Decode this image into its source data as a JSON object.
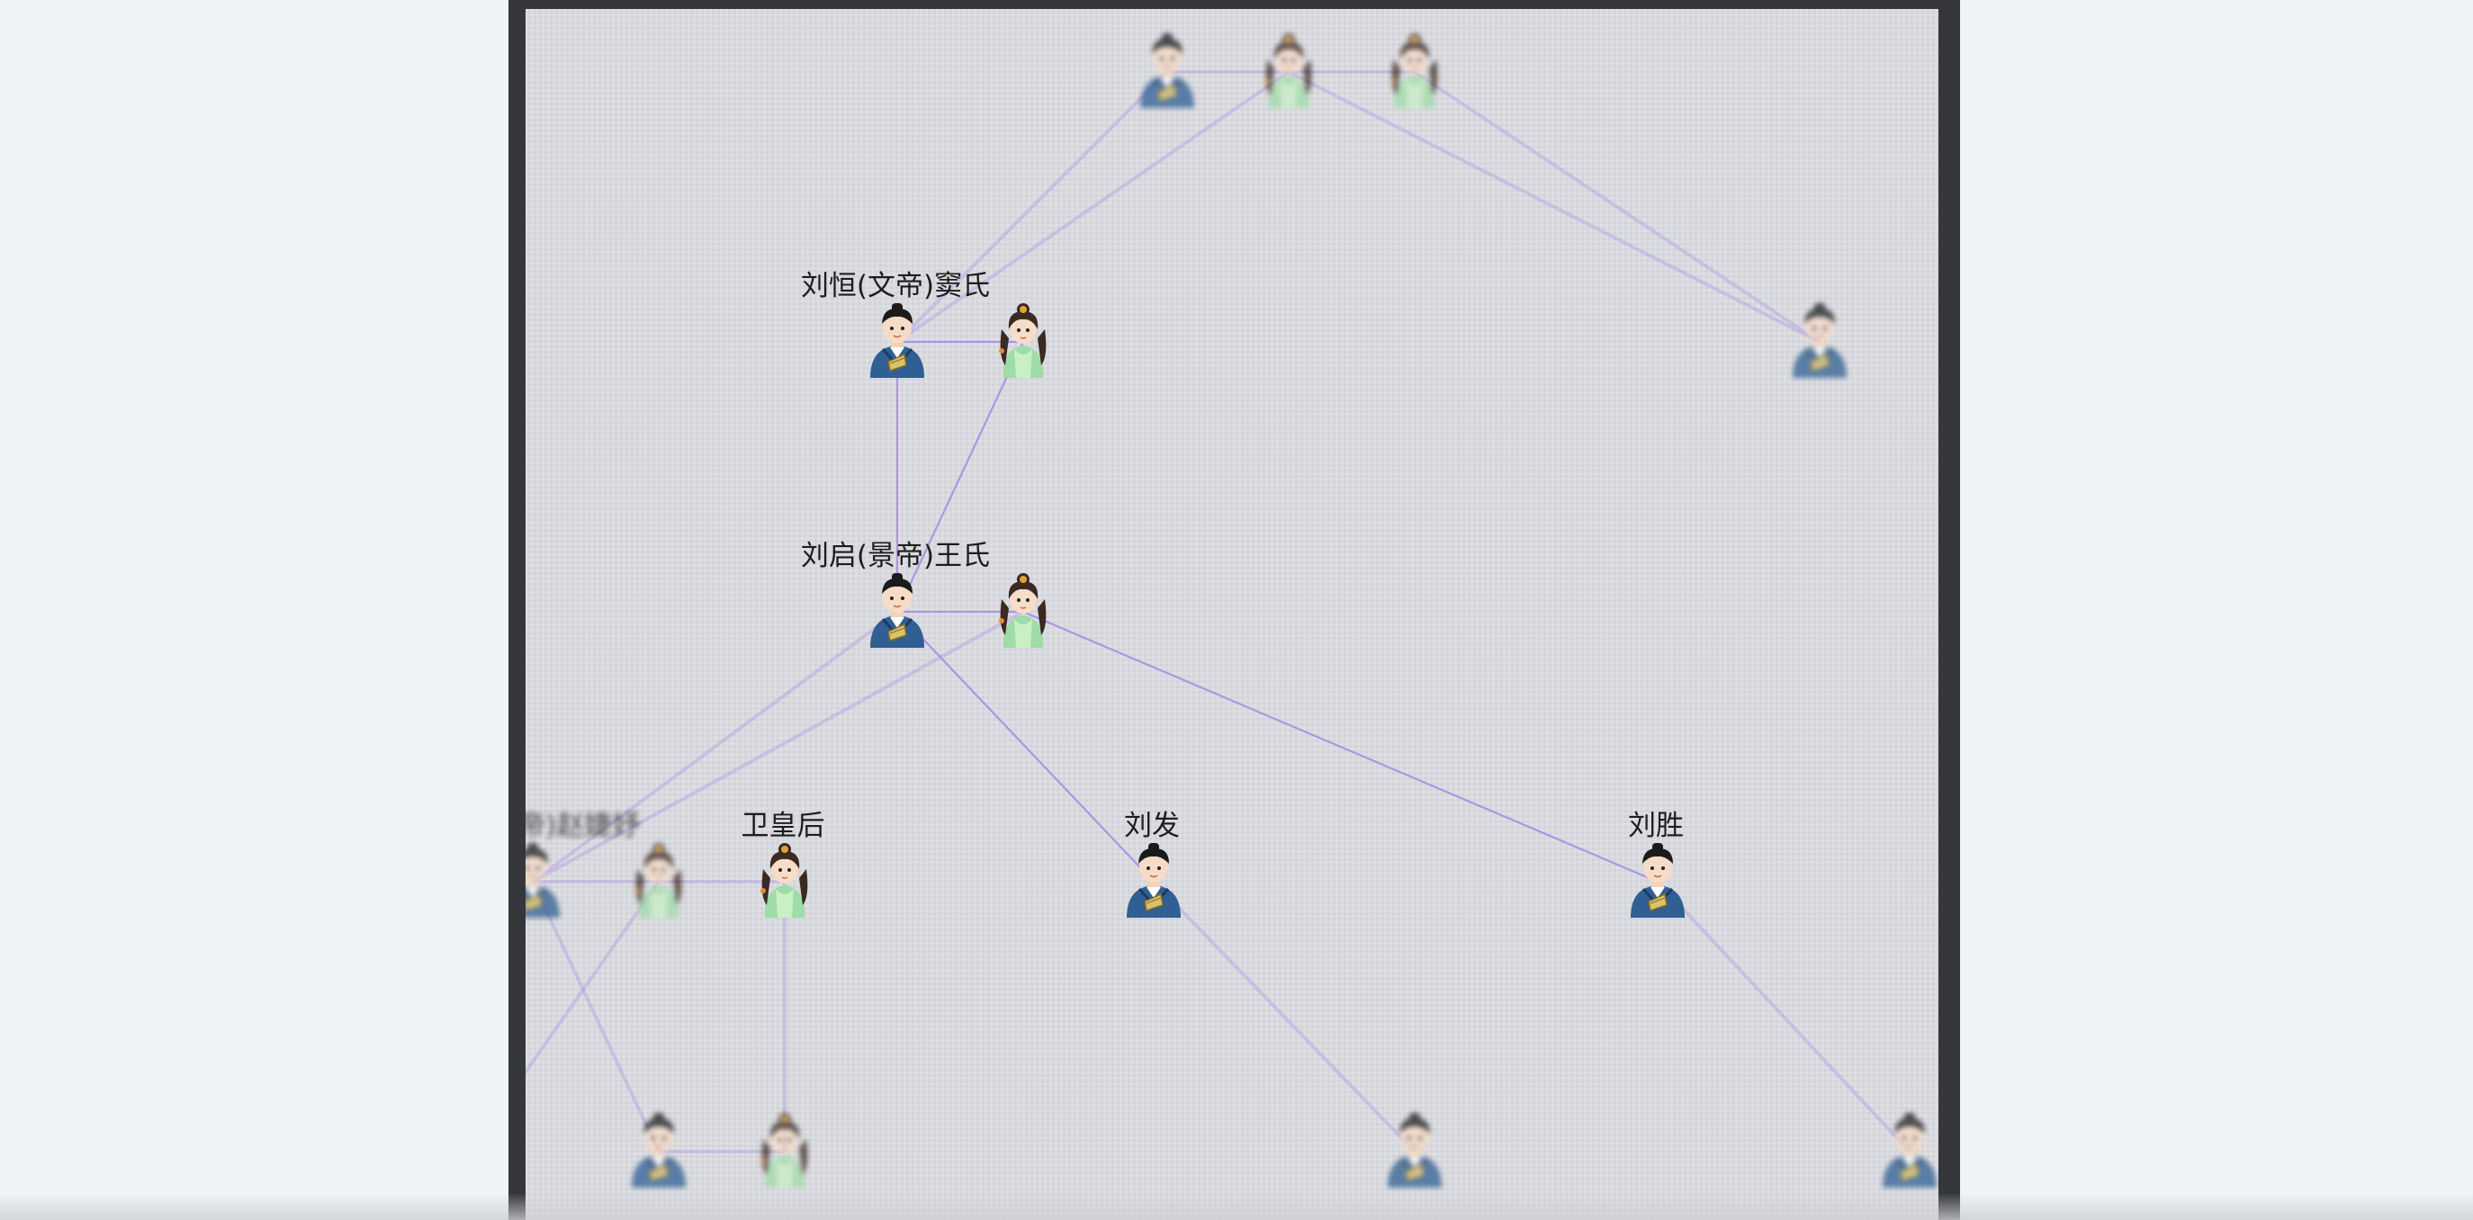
{
  "colors": {
    "edge": "#a78ee6",
    "canvas": "#dcdde2",
    "frame": "#35373b",
    "background": "#eff3f5"
  },
  "nodes": [
    {
      "id": "top-man",
      "label": "",
      "type": "man",
      "blurred": true
    },
    {
      "id": "top-woman-1",
      "label": "",
      "type": "woman",
      "blurred": true
    },
    {
      "id": "top-woman-2",
      "label": "",
      "type": "woman",
      "blurred": true
    },
    {
      "id": "right-man",
      "label": "",
      "type": "man",
      "blurred": true
    },
    {
      "id": "liu-heng",
      "label": "刘恒(文帝)窦氏",
      "type": "man",
      "blurred": false
    },
    {
      "id": "dou-shi",
      "label": "",
      "type": "woman",
      "blurred": false
    },
    {
      "id": "liu-qi",
      "label": "刘启(景帝)王氏",
      "type": "man",
      "blurred": false
    },
    {
      "id": "wang-shi",
      "label": "",
      "type": "woman",
      "blurred": false
    },
    {
      "id": "liu-che",
      "label": "刘彻(武帝)赵婕妤",
      "type": "man",
      "blurred": true
    },
    {
      "id": "zhao-jieyu",
      "label": "",
      "type": "woman",
      "blurred": true
    },
    {
      "id": "wei-huanghou",
      "label": "卫皇后",
      "type": "woman",
      "blurred": false
    },
    {
      "id": "liu-fa",
      "label": "刘发",
      "type": "man",
      "blurred": false
    },
    {
      "id": "liu-sheng",
      "label": "刘胜",
      "type": "man",
      "blurred": false
    },
    {
      "id": "bottom-left-fragment",
      "label": "",
      "type": "man",
      "blurred": true
    },
    {
      "id": "bottom-man-1",
      "label": "",
      "type": "man",
      "blurred": true
    },
    {
      "id": "bottom-woman-1",
      "label": "",
      "type": "woman",
      "blurred": true
    },
    {
      "id": "bottom-man-2",
      "label": "",
      "type": "man",
      "blurred": true
    },
    {
      "id": "bottom-man-3",
      "label": "",
      "type": "man",
      "blurred": true
    }
  ],
  "edges": [
    [
      "top-man",
      "top-woman-1"
    ],
    [
      "top-woman-1",
      "top-woman-2"
    ],
    [
      "top-man",
      "liu-heng"
    ],
    [
      "top-woman-1",
      "liu-heng"
    ],
    [
      "top-woman-1",
      "right-man"
    ],
    [
      "top-woman-2",
      "right-man"
    ],
    [
      "liu-heng",
      "dou-shi"
    ],
    [
      "liu-heng",
      "liu-qi"
    ],
    [
      "dou-shi",
      "liu-qi"
    ],
    [
      "liu-qi",
      "wang-shi"
    ],
    [
      "liu-qi",
      "liu-che"
    ],
    [
      "wang-shi",
      "liu-che"
    ],
    [
      "liu-qi",
      "liu-fa"
    ],
    [
      "wang-shi",
      "liu-sheng"
    ],
    [
      "liu-che",
      "zhao-jieyu"
    ],
    [
      "zhao-jieyu",
      "wei-huanghou"
    ],
    [
      "liu-che",
      "bottom-man-1"
    ],
    [
      "zhao-jieyu",
      "bottom-left-fragment"
    ],
    [
      "wei-huanghou",
      "bottom-woman-1"
    ],
    [
      "bottom-man-1",
      "bottom-woman-1"
    ],
    [
      "liu-fa",
      "bottom-man-2"
    ],
    [
      "liu-sheng",
      "bottom-man-3"
    ]
  ]
}
